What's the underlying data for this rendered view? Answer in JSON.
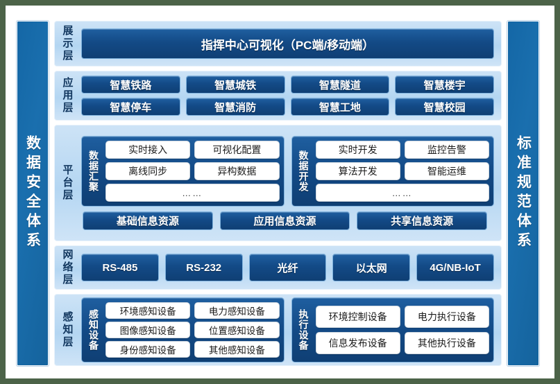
{
  "sidebars": {
    "left": {
      "label": "数据安全体系"
    },
    "right": {
      "label": "标准规范体系"
    }
  },
  "layers": {
    "display": {
      "label": "展示层",
      "item": "指挥中心可视化（PC端/移动端）"
    },
    "application": {
      "label": "应用层",
      "row1": [
        "智慧铁路",
        "智慧城铁",
        "智慧隧道",
        "智慧楼宇"
      ],
      "row2": [
        "智慧停车",
        "智慧消防",
        "智慧工地",
        "智慧校园"
      ]
    },
    "platform": {
      "label": "平台层",
      "groups": [
        {
          "title": "数据汇聚",
          "row1": [
            "实时接入",
            "可视化配置"
          ],
          "row2": [
            "离线同步",
            "异构数据"
          ],
          "row3": "……"
        },
        {
          "title": "数据开发",
          "row1": [
            "实时开发",
            "监控告警"
          ],
          "row2": [
            "算法开发",
            "智能运维"
          ],
          "row3": "……"
        }
      ],
      "resources": [
        "基础信息资源",
        "应用信息资源",
        "共享信息资源"
      ]
    },
    "network": {
      "label": "网络层",
      "items": [
        "RS-485",
        "RS-232",
        "光纤",
        "以太网",
        "4G/NB-IoT"
      ]
    },
    "perception": {
      "label": "感知层",
      "groups": [
        {
          "title": "感知设备",
          "row1": [
            "环境感知设备",
            "电力感知设备"
          ],
          "row2": [
            "图像感知设备",
            "位置感知设备"
          ],
          "row3": [
            "身份感知设备",
            "其他感知设备"
          ]
        },
        {
          "title": "执行设备",
          "row1": [
            "环境控制设备",
            "电力执行设备"
          ],
          "row2": [
            "信息发布设备",
            "其他执行设备"
          ]
        }
      ]
    }
  },
  "colors": {
    "page_background": "#4c6348",
    "card_background": "#ffffff",
    "pillar_blue": "#1467a6",
    "band_light_blue": "#b4d6f2",
    "chip_dark_blue": "#134a86",
    "pill_white": "#ffffff",
    "label_text": "#12375f"
  }
}
